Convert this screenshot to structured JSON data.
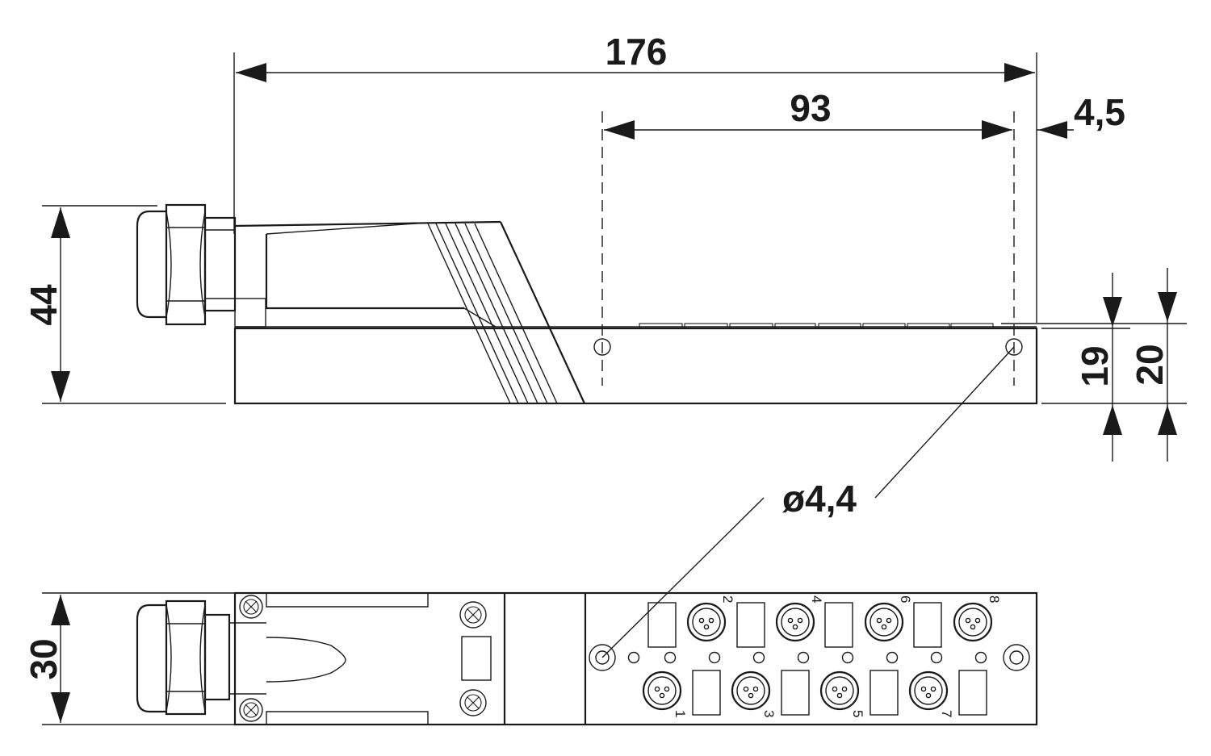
{
  "dimensions": {
    "overall_length": "176",
    "hole_spacing": "93",
    "edge_offset": "4,5",
    "height_total": "44",
    "body_height_19": "19",
    "body_height_20": "20",
    "hole_diameter": "ø4,4",
    "width": "30"
  },
  "ports": {
    "top_row": [
      "2",
      "4",
      "6",
      "8"
    ],
    "bottom_row": [
      "1",
      "3",
      "5",
      "7"
    ]
  },
  "colors": {
    "line": "#1a1a1a",
    "background": "#ffffff"
  }
}
